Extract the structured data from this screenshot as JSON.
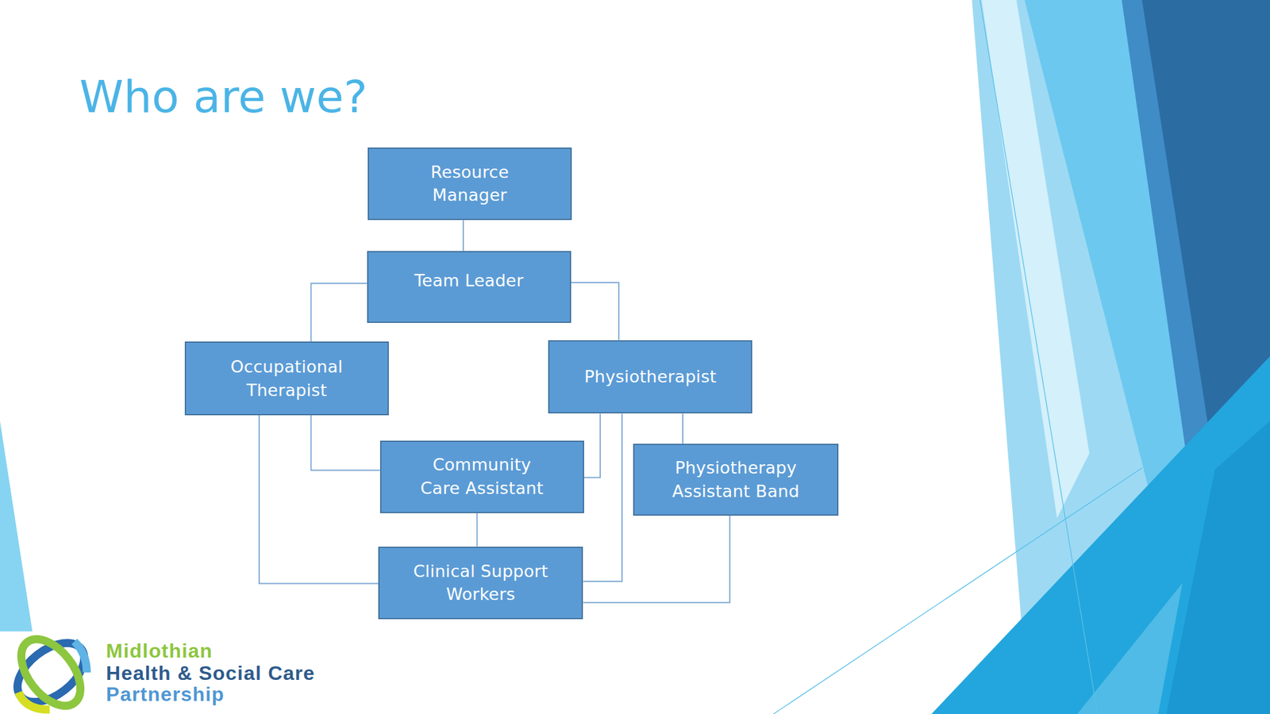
{
  "diagram": {
    "title": "Who are we?",
    "nodes": [
      {
        "text": [
          "Resource Manager"
        ]
      },
      {
        "text": [
          "Team Leader"
        ]
      },
      {
        "text": [
          "Occupational Therapist"
        ]
      },
      {
        "text": [
          "Physiotherapist"
        ]
      },
      {
        "text": [
          "Community Care Assistant"
        ]
      },
      {
        "text": [
          "Physiotherapy Assistant Band"
        ]
      },
      {
        "text": [
          "Clinical Support Workers"
        ]
      }
    ],
    "edges": [
      {
        "from": 0,
        "to": 1,
        "arrow": "none"
      },
      {
        "from": 1,
        "to": 2,
        "arrow": "none"
      },
      {
        "from": 1,
        "to": 3,
        "arrow": "none"
      },
      {
        "from": 2,
        "to": 4,
        "arrow": "none"
      },
      {
        "from": 2,
        "to": 6,
        "arrow": "none"
      },
      {
        "from": 3,
        "to": 4,
        "arrow": "none"
      },
      {
        "from": 3,
        "to": 6,
        "arrow": "none"
      },
      {
        "from": 3,
        "to": 5,
        "arrow": "none"
      },
      {
        "from": 4,
        "to": 6,
        "arrow": "none"
      },
      {
        "from": 5,
        "to": 6,
        "arrow": "none"
      }
    ],
    "labels": [
      "Midlothian",
      "Health & Social Care",
      "Partnership"
    ]
  }
}
